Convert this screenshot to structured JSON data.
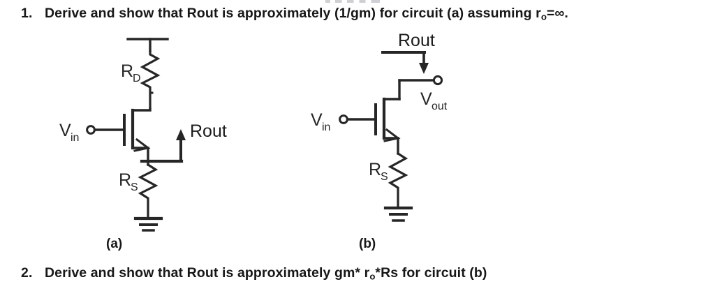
{
  "document": {
    "type": "homework-problem-figure",
    "background_color": "#ffffff",
    "ink_color": "#262626"
  },
  "problems": [
    {
      "number": "1.",
      "text_before": "Derive and show that Rout is approximately (1/gm) for circuit (a)  assuming r",
      "subscript": "o",
      "text_after": "=",
      "infinity": "∞",
      "trailing": ".",
      "full_text": "1. Derive and show that Rout is approximately (1/gm) for circuit (a)  assuming ro=∞."
    },
    {
      "number": "2.",
      "text_before": "Derive and show that Rout is approximately gm* r",
      "subscript": "o",
      "text_after": "*Rs for circuit (b)",
      "infinity": "",
      "trailing": "",
      "full_text": "2. Derive and show that Rout is approximately gm* ro*Rs for circuit (b)"
    }
  ],
  "figures": [
    {
      "id": "a",
      "caption": "(a)",
      "description": "Common-gate / source-degenerated NMOS amplifier with drain resistor",
      "labels": {
        "input": "V",
        "input_sub": "in",
        "drain_resistor": "R",
        "drain_resistor_sub": "D",
        "source_resistor": "R",
        "source_resistor_sub": "S",
        "rout": "Rout"
      },
      "components": [
        "supply-rail",
        "resistor-RD",
        "nmos-transistor",
        "resistor-RS",
        "ground",
        "input-terminal",
        "rout-arrow-up"
      ]
    },
    {
      "id": "b",
      "caption": "(b)",
      "description": "NMOS source follower with source resistor, output taken at drain node",
      "labels": {
        "input": "V",
        "input_sub": "in",
        "output": "V",
        "output_sub": "out",
        "source_resistor": "R",
        "source_resistor_sub": "S",
        "rout": "Rout"
      },
      "components": [
        "rout-leader-line",
        "rout-arrow-down",
        "nmos-transistor",
        "output-terminal",
        "resistor-RS",
        "ground",
        "input-terminal"
      ]
    }
  ]
}
